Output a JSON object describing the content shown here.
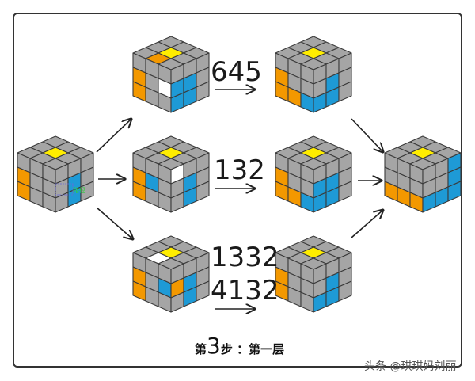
{
  "colors": {
    "gray": "#a5a5a5",
    "yellow": "#ffed00",
    "orange": "#f39800",
    "blue": "#1e9ad6",
    "white": "#ffffff",
    "stroke": "#3a3a3a",
    "frame": "#333333"
  },
  "algorithms": {
    "top": "645",
    "middle": "132",
    "bottom_line1": "1332",
    "bottom_line2": "4132"
  },
  "caption": {
    "prefix": "第",
    "number": "3",
    "suffix": "步 ：第一层"
  },
  "watermark": "头条 @琪琪妈刘丽",
  "annotation": "路径",
  "cubes": [
    {
      "id": "cube-start",
      "top": [
        "g",
        "g",
        "g",
        "g",
        "y",
        "g",
        "g",
        "g",
        "g"
      ],
      "left": [
        "g",
        "g",
        "g",
        "o",
        "g",
        "g",
        "o",
        "g",
        "g"
      ],
      "right": [
        "g",
        "g",
        "g",
        "g",
        "b",
        "g",
        "g",
        "b",
        "g"
      ]
    },
    {
      "id": "cube-case-1",
      "top": [
        "g",
        "g",
        "g",
        "g",
        "y",
        "g",
        "g",
        "o",
        "g"
      ],
      "left": [
        "g",
        "g",
        "g",
        "o",
        "g",
        "w",
        "o",
        "g",
        "g"
      ],
      "right": [
        "g",
        "g",
        "g",
        "b",
        "b",
        "g",
        "b",
        "b",
        "g"
      ]
    },
    {
      "id": "cube-case-2",
      "top": [
        "g",
        "g",
        "g",
        "g",
        "y",
        "g",
        "g",
        "g",
        "g"
      ],
      "left": [
        "g",
        "g",
        "g",
        "o",
        "b",
        "g",
        "o",
        "g",
        "g"
      ],
      "right": [
        "w",
        "g",
        "g",
        "g",
        "b",
        "g",
        "g",
        "b",
        "g"
      ]
    },
    {
      "id": "cube-case-3",
      "top": [
        "g",
        "g",
        "g",
        "g",
        "y",
        "g",
        "g",
        "w",
        "g"
      ],
      "left": [
        "g",
        "g",
        "g",
        "o",
        "g",
        "b",
        "o",
        "g",
        "g"
      ],
      "right": [
        "g",
        "g",
        "g",
        "o",
        "b",
        "g",
        "g",
        "b",
        "g"
      ]
    },
    {
      "id": "cube-result-1",
      "top": [
        "g",
        "g",
        "g",
        "g",
        "y",
        "g",
        "g",
        "g",
        "g"
      ],
      "left": [
        "g",
        "g",
        "g",
        "o",
        "g",
        "g",
        "o",
        "o",
        "b"
      ],
      "right": [
        "g",
        "g",
        "g",
        "g",
        "b",
        "g",
        "b",
        "b",
        "g"
      ]
    },
    {
      "id": "cube-result-2",
      "top": [
        "g",
        "g",
        "g",
        "g",
        "y",
        "g",
        "g",
        "g",
        "g"
      ],
      "left": [
        "g",
        "g",
        "g",
        "o",
        "g",
        "g",
        "o",
        "o",
        "b"
      ],
      "right": [
        "g",
        "g",
        "g",
        "b",
        "b",
        "g",
        "b",
        "b",
        "g"
      ]
    },
    {
      "id": "cube-result-3",
      "top": [
        "g",
        "g",
        "g",
        "g",
        "y",
        "g",
        "g",
        "g",
        "g"
      ],
      "left": [
        "g",
        "g",
        "g",
        "o",
        "g",
        "g",
        "o",
        "g",
        "g"
      ],
      "right": [
        "g",
        "g",
        "g",
        "g",
        "b",
        "g",
        "b",
        "b",
        "g"
      ]
    },
    {
      "id": "cube-final",
      "top": [
        "g",
        "g",
        "g",
        "g",
        "y",
        "g",
        "g",
        "g",
        "g"
      ],
      "left": [
        "g",
        "g",
        "g",
        "g",
        "g",
        "g",
        "o",
        "o",
        "o"
      ],
      "right": [
        "g",
        "g",
        "b",
        "g",
        "g",
        "b",
        "b",
        "b",
        "b"
      ]
    }
  ]
}
